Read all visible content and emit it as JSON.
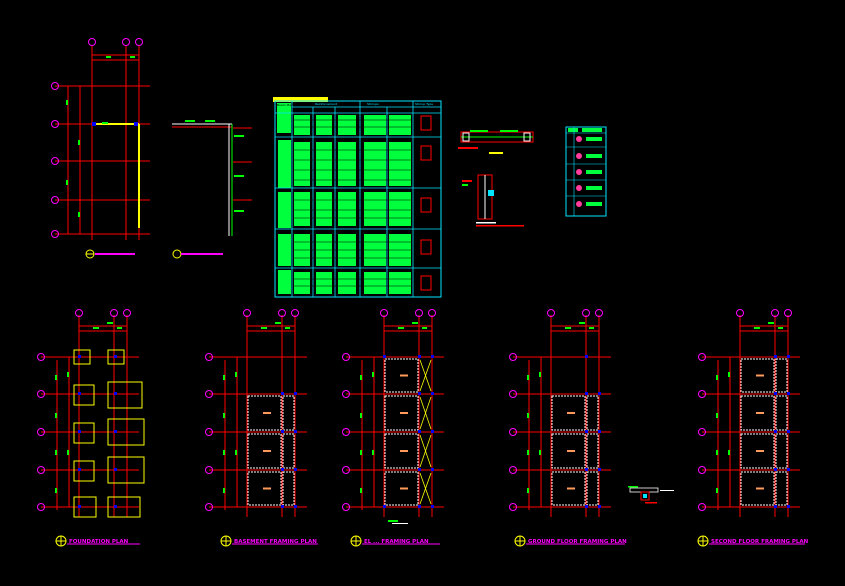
{
  "colors": {
    "background": "#000000",
    "grid": "#ff0000",
    "beam_yellow": "#ffff00",
    "column_blue": "#0000ff",
    "dimension_green": "#00ff00",
    "table_cyan": "#00e5ff",
    "table_fill": "#00ff3c",
    "title_magenta": "#ff00ff",
    "wall_white": "#ffffff"
  },
  "plan_titles": {
    "top_left": "",
    "foundation": "FOUNDATION PLAN",
    "basement": "BASEMENT FRAMING PLAN",
    "level": "EL ... FRAMING PLAN",
    "ground": "GROUND FLOOR FRAMING PLAN",
    "second": "SECOND FLOOR FRAMING PLAN"
  },
  "table": {
    "header_left": "Beam Mark",
    "header_reinforcement": "Reinforcement",
    "header_stirrups": "Stirrups",
    "header_type": "Stirrup Type"
  }
}
